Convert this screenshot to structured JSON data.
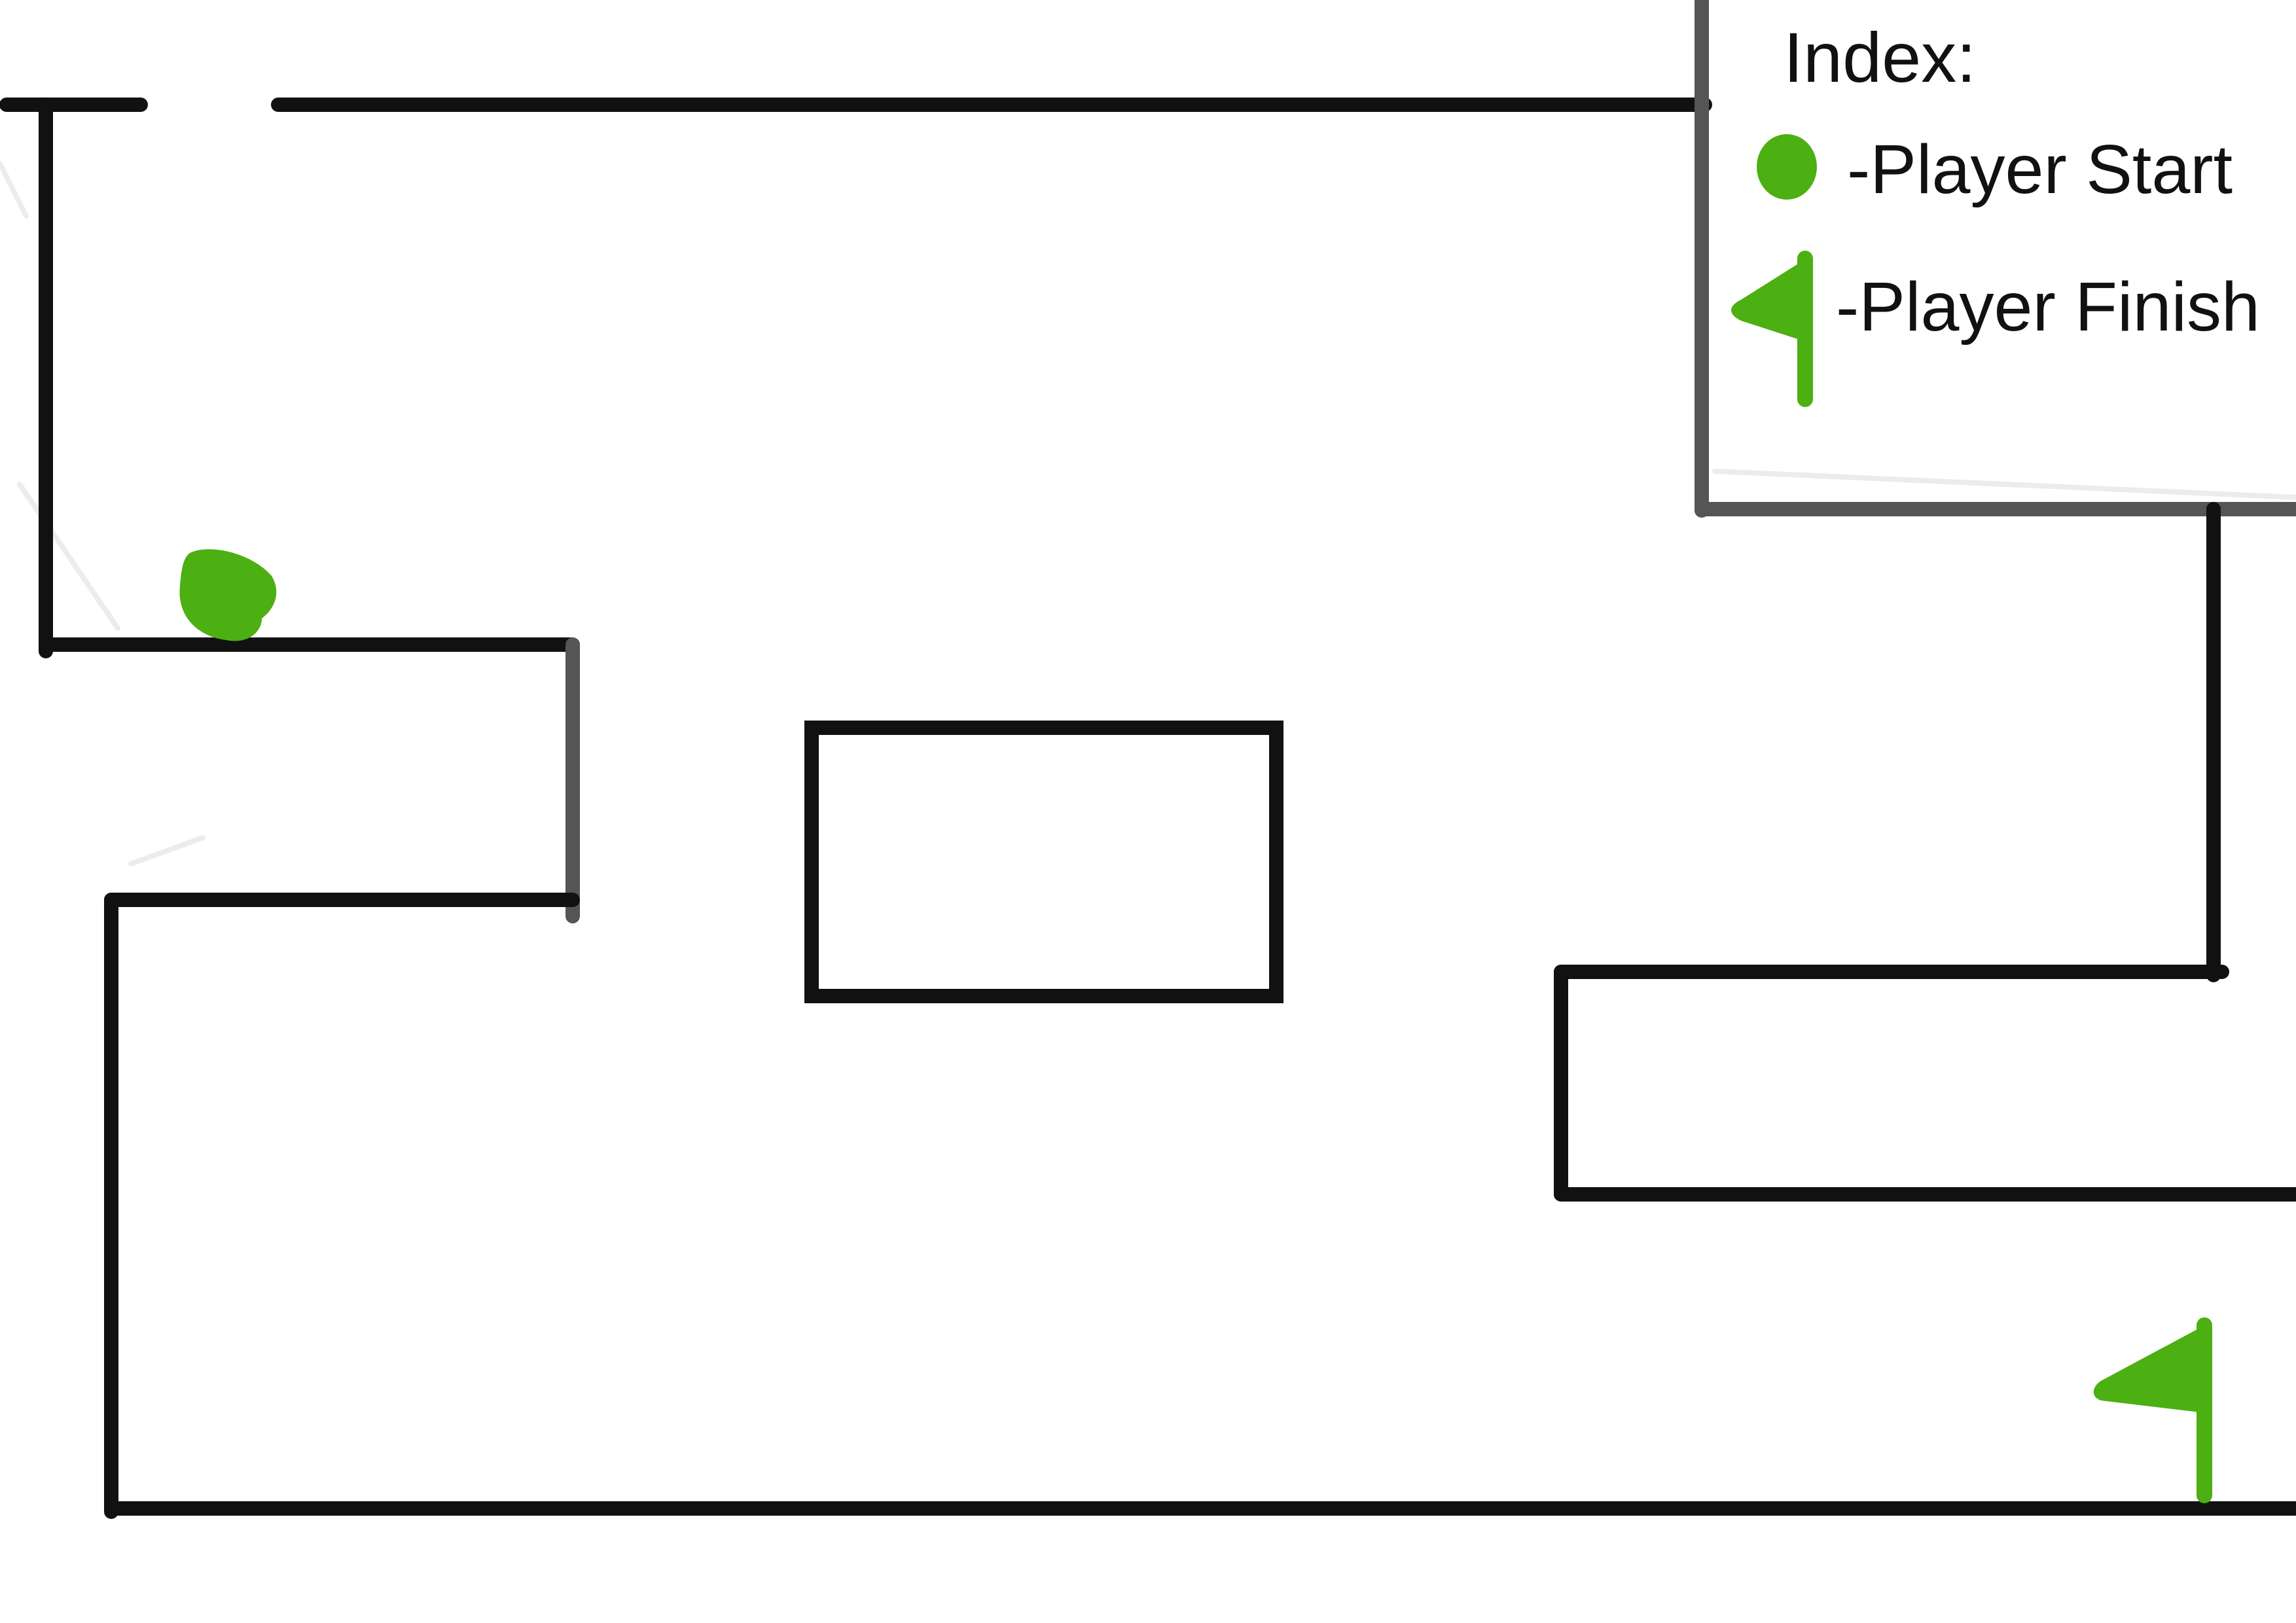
{
  "legend": {
    "title": "Index:",
    "items": [
      {
        "icon": "start-dot-icon",
        "label": "-Player Start"
      },
      {
        "icon": "finish-flag-icon",
        "label": "-Player Finish"
      }
    ]
  },
  "colors": {
    "wall": "#111111",
    "marker": "#4caf12",
    "background": "#ffffff"
  }
}
